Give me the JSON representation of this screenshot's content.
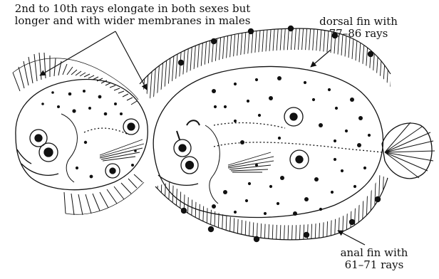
{
  "figure": {
    "elongation_annotation": {
      "line1": "2nd to 10th rays elongate in both sexes but",
      "line2": "longer and with wider membranes in males"
    },
    "dorsal_annotation": {
      "line1": "dorsal fin with",
      "line2": "77–86 rays"
    },
    "anal_annotation": {
      "line1": "anal fin with",
      "line2": "61–71 rays"
    }
  },
  "colors": {
    "ink": "#111111",
    "background": "#ffffff"
  }
}
